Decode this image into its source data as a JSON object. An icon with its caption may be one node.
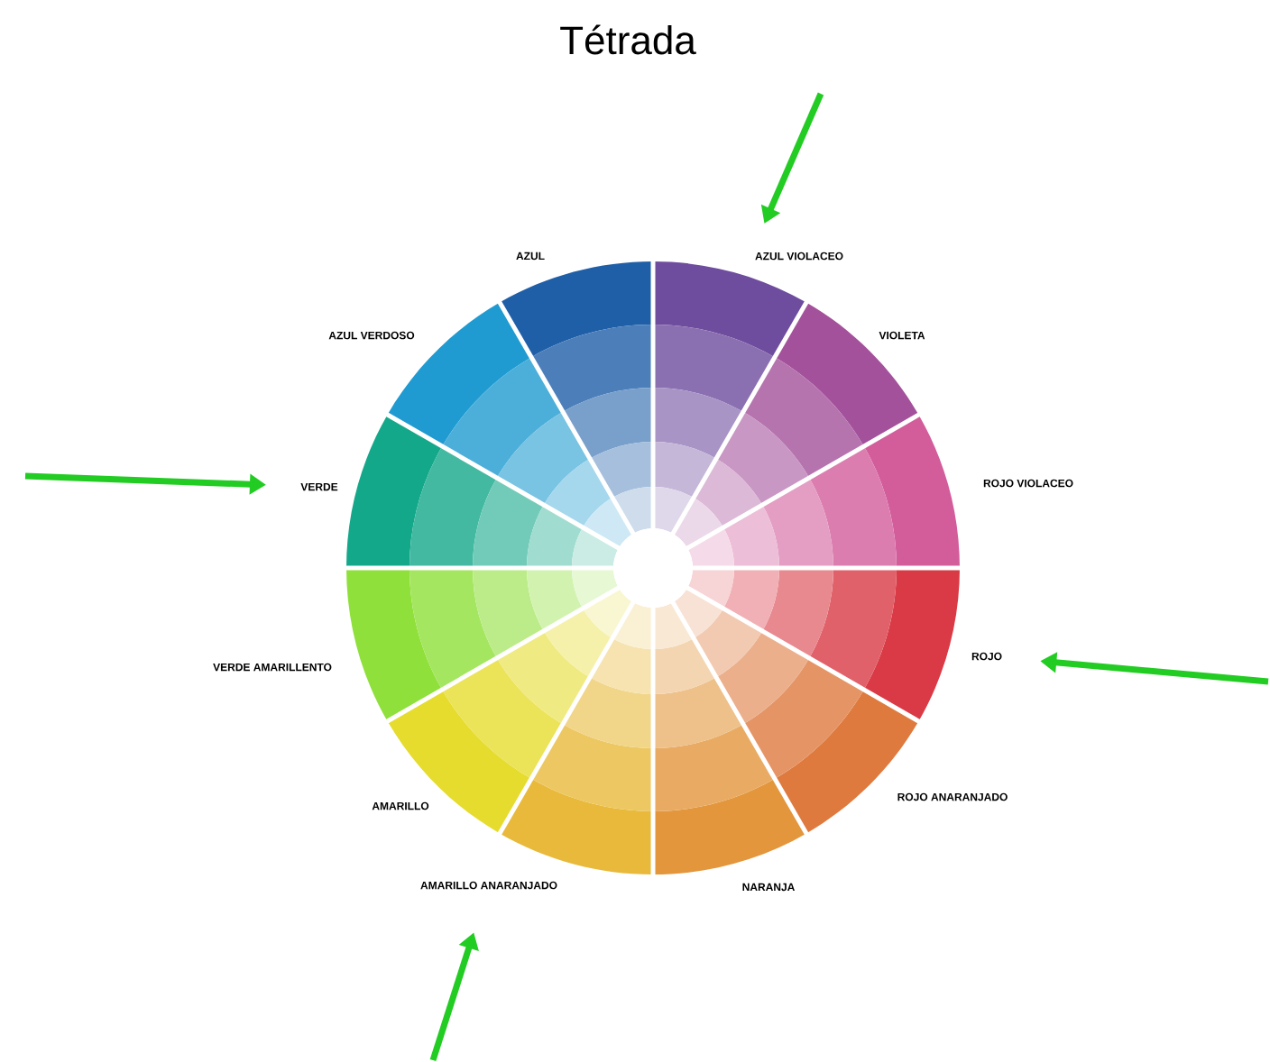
{
  "diagram": {
    "title": "Tétrada",
    "nodes": [
      {
        "text": [
          "AZUL VIOLACEO"
        ]
      },
      {
        "text": [
          "VERDE"
        ]
      },
      {
        "text": [
          "ROJO"
        ]
      },
      {
        "text": [
          "AMARILLO ANARANJADO"
        ]
      }
    ],
    "edges": [
      {
        "from": null,
        "to": 0,
        "arrow": "to"
      },
      {
        "from": null,
        "to": 1,
        "arrow": "to"
      },
      {
        "from": null,
        "to": 2,
        "arrow": "to"
      },
      {
        "from": null,
        "to": 3,
        "arrow": "to"
      }
    ],
    "labels": [
      "AZUL",
      "VIOLETA",
      "AZUL VERDOSO",
      "ROJO VIOLACEO",
      "VERDE AMARILLENTO",
      "ROJO ANARANJADO",
      "AMARILLO",
      "NARANJA"
    ]
  }
}
